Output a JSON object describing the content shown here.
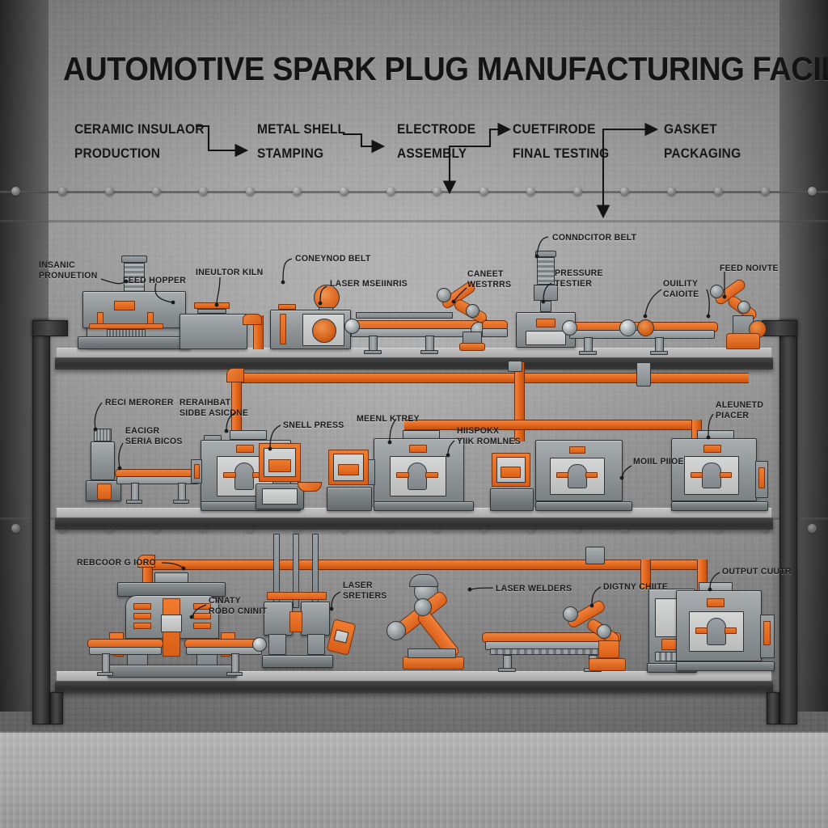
{
  "title": "AUTOMOTIVE SPARK PLUG MANUFACTURING FACILITY",
  "flow_steps": [
    {
      "line1": "CERAMIC INSULAOR",
      "line2": "PRODUCTION"
    },
    {
      "line1": "METAL SHELL",
      "line2": "STAMPING"
    },
    {
      "line1": "ELECTRODE",
      "line2": "ASSEMBLY"
    },
    {
      "line1": "CUETFIRODE",
      "line2": "FINAL TESTING"
    },
    {
      "line1": "GASKET",
      "line2": "PACKAGING"
    }
  ],
  "levels": {
    "top": {
      "labels": [
        {
          "line1": "INSANIC",
          "line2": "PRONUETION"
        },
        {
          "line1": "FEED HOPPER",
          "line2": ""
        },
        {
          "line1": "INEULTOR KILN",
          "line2": ""
        },
        {
          "line1": "CONEYNOD BELT",
          "line2": ""
        },
        {
          "line1": "LASER MSEIINRIS",
          "line2": ""
        },
        {
          "line1": "CANEET",
          "line2": "WESTRRS"
        },
        {
          "line1": "CONNDCITOR BELT",
          "line2": ""
        },
        {
          "line1": "PRESSURE",
          "line2": "TESTIER"
        },
        {
          "line1": "OUILITY",
          "line2": "CAIOITE"
        },
        {
          "line1": "FEED NOIVTE",
          "line2": ""
        }
      ]
    },
    "middle": {
      "labels": [
        {
          "line1": "RECI MERORER",
          "line2": ""
        },
        {
          "line1": "EACIGR",
          "line2": "SERIA BICOS"
        },
        {
          "line1": "RERAIHBAT",
          "line2": "SIDBE ASICDNE"
        },
        {
          "line1": "SNELL PRESS",
          "line2": ""
        },
        {
          "line1": "MEENL KTREY",
          "line2": ""
        },
        {
          "line1": "HIISPOKX",
          "line2": "YIIK ROMLNES"
        },
        {
          "line1": "MOIIL PIIOE",
          "line2": ""
        },
        {
          "line1": "ALEUNETD",
          "line2": "PIACER"
        }
      ]
    },
    "bottom": {
      "labels": [
        {
          "line1": "REBCOOR G IORO",
          "line2": ""
        },
        {
          "line1": "CINATY",
          "line2": "ROBO CNINIT"
        },
        {
          "line1": "LASER",
          "line2": "SRETIERS"
        },
        {
          "line1": "LASER WELDERS",
          "line2": ""
        },
        {
          "line1": "DIGTNY CHIITE",
          "line2": ""
        },
        {
          "line1": "OUTPUT CUUTR",
          "line2": ""
        }
      ]
    }
  },
  "colors": {
    "accent_orange": "#e0631b",
    "machine_gray": "#8e9396",
    "frame_dark": "#2a2a2a",
    "text_dark": "#171717",
    "wall_gray": "#a8a8a8"
  }
}
